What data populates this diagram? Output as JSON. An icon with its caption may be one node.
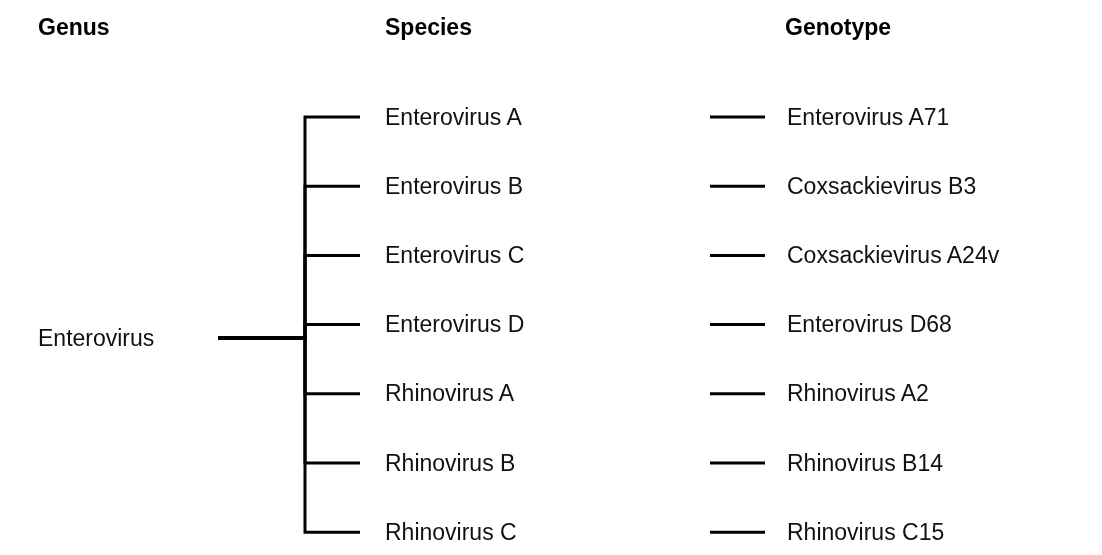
{
  "diagram": {
    "nodes": [
      {
        "text": [
          "Enterovirus"
        ]
      },
      {
        "text": [
          "Enterovirus A"
        ]
      },
      {
        "text": [
          "Enterovirus B"
        ]
      },
      {
        "text": [
          "Enterovirus C"
        ]
      },
      {
        "text": [
          "Enterovirus D"
        ]
      },
      {
        "text": [
          "Rhinovirus A"
        ]
      },
      {
        "text": [
          "Rhinovirus B"
        ]
      },
      {
        "text": [
          "Rhinovirus C"
        ]
      },
      {
        "text": [
          "Enterovirus A71"
        ]
      },
      {
        "text": [
          "Coxsackievirus B3"
        ]
      },
      {
        "text": [
          "Coxsackievirus A24v"
        ]
      },
      {
        "text": [
          "Enterovirus D68"
        ]
      },
      {
        "text": [
          "Rhinovirus A2"
        ]
      },
      {
        "text": [
          "Rhinovirus B14"
        ]
      },
      {
        "text": [
          "Rhinovirus C15"
        ]
      }
    ],
    "edges": [
      {
        "from": 0,
        "to": 1,
        "arrow": "none"
      },
      {
        "from": 0,
        "to": 2,
        "arrow": "none"
      },
      {
        "from": 0,
        "to": 3,
        "arrow": "none"
      },
      {
        "from": 0,
        "to": 4,
        "arrow": "none"
      },
      {
        "from": 0,
        "to": 5,
        "arrow": "none"
      },
      {
        "from": 0,
        "to": 6,
        "arrow": "none"
      },
      {
        "from": 0,
        "to": 7,
        "arrow": "none"
      },
      {
        "from": null,
        "to": 8,
        "arrow": "none"
      },
      {
        "from": null,
        "to": 9,
        "arrow": "none"
      },
      {
        "from": null,
        "to": 10,
        "arrow": "none"
      },
      {
        "from": null,
        "to": 11,
        "arrow": "none"
      },
      {
        "from": null,
        "to": 12,
        "arrow": "none"
      },
      {
        "from": null,
        "to": 13,
        "arrow": "none"
      },
      {
        "from": null,
        "to": 14,
        "arrow": "none"
      }
    ],
    "labels": [
      "Genus",
      "Species",
      "Genotype"
    ]
  }
}
